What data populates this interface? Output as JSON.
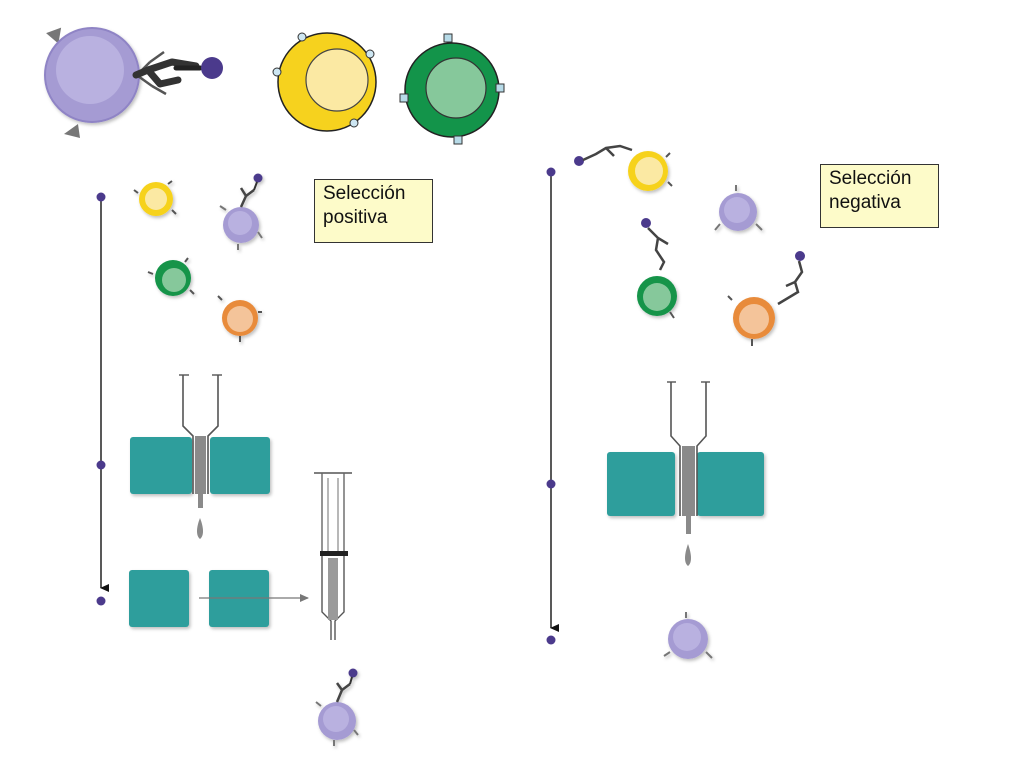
{
  "labels": {
    "positive": {
      "line1": "Selección",
      "line2": "positiva"
    },
    "negative": {
      "line1": "Selección",
      "line2": "negativa"
    }
  },
  "colors": {
    "purple_cell": "#a59bd3",
    "purple_cell_inner": "#b8b0df",
    "yellow_cell": "#f6d21e",
    "yellow_cell_inner": "#fbe9a3",
    "green_cell": "#13944a",
    "green_cell_inner": "#86c89b",
    "orange_cell": "#e88b3b",
    "orange_cell_inner": "#f4c49a",
    "magnet": "#2e9e9c",
    "column_gray": "#8a8a8a",
    "antibody_bead": "#4b3a8c",
    "axis": "#222222",
    "label_bg": "#fdfbc9"
  }
}
